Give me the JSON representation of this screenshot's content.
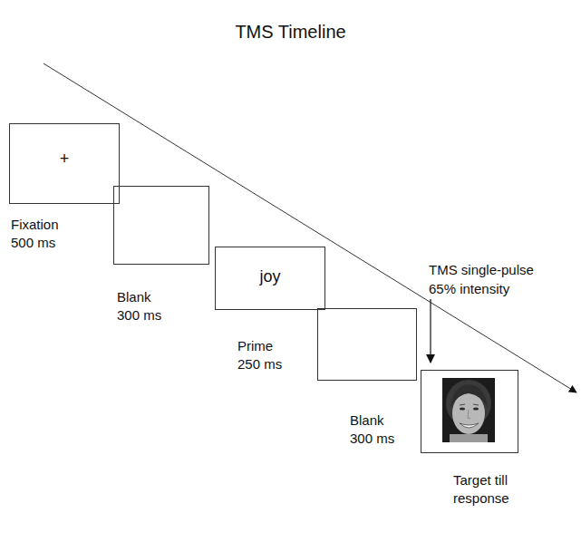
{
  "diagram": {
    "title": "TMS Timeline",
    "nodes": [
      {
        "text": [
          "+",
          "Fixation 500 ms"
        ]
      },
      {
        "text": [
          "Blank 300 ms"
        ]
      },
      {
        "text": [
          "joy",
          "Prime 250 ms"
        ]
      },
      {
        "text": [
          "Blank 300 ms"
        ]
      },
      {
        "text": [
          "Target till response"
        ]
      }
    ],
    "labels": [
      "TMS single-pulse 65% intensity"
    ]
  }
}
